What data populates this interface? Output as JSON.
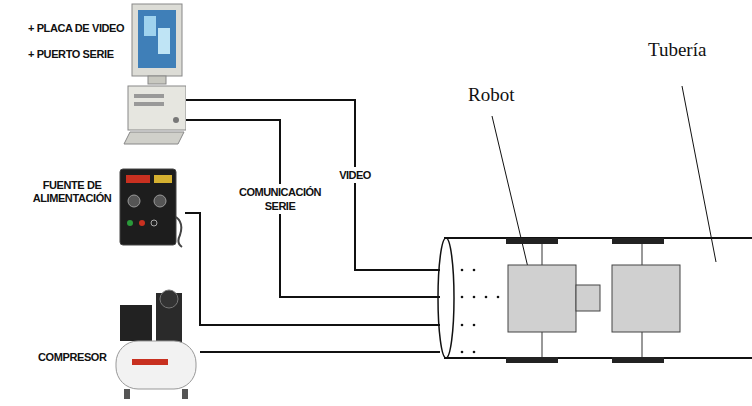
{
  "diagram": {
    "nodes": [
      {
        "text": [
          "+ PLACA DE VIDEO",
          "+ PUERTO SERIE"
        ]
      },
      {
        "text": [
          "FUENTE DE ALIMENTACIÓN"
        ]
      },
      {
        "text": [
          "COMPRESOR"
        ]
      },
      {
        "text": [
          "Tubería"
        ]
      },
      {
        "text": [
          "Robot"
        ],
        "in": 3
      }
    ],
    "edges": [
      {
        "from": 0,
        "to": 3,
        "label": "VIDEO",
        "arrow": "none"
      },
      {
        "from": 0,
        "to": 3,
        "label": "COMUNICACIÓN SERIE",
        "arrow": "none"
      },
      {
        "from": 1,
        "to": 3,
        "arrow": "none"
      },
      {
        "from": 2,
        "to": 3,
        "arrow": "none"
      }
    ]
  }
}
